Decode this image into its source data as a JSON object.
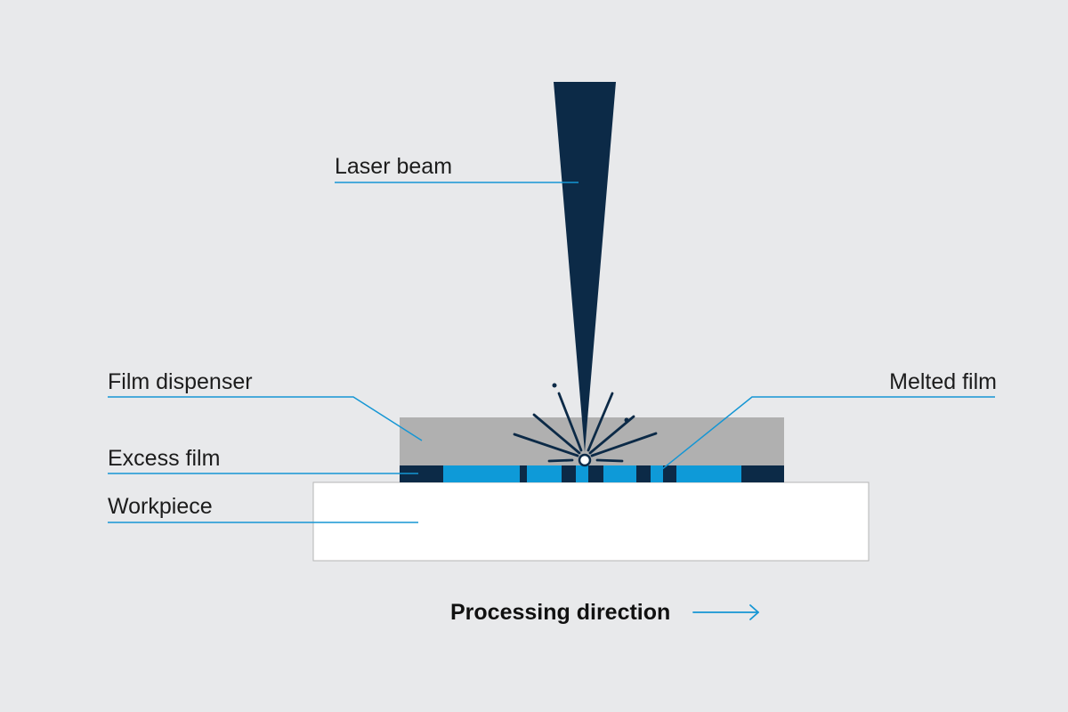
{
  "labels": {
    "laser_beam": "Laser beam",
    "film_dispenser": "Film dispenser",
    "excess_film": "Excess film",
    "workpiece": "Workpiece",
    "melted_film": "Melted film",
    "processing_direction": "Processing direction"
  },
  "colors": {
    "background": "#e8e9eb",
    "beam": "#0c2a47",
    "dispenser": "#b0b0b0",
    "excess_film": "#0c2a47",
    "melted_film": "#0e9ad8",
    "workpiece": "#ffffff",
    "leader": "#1596d4"
  },
  "icons": {
    "direction_arrow": "arrow-right-icon"
  }
}
